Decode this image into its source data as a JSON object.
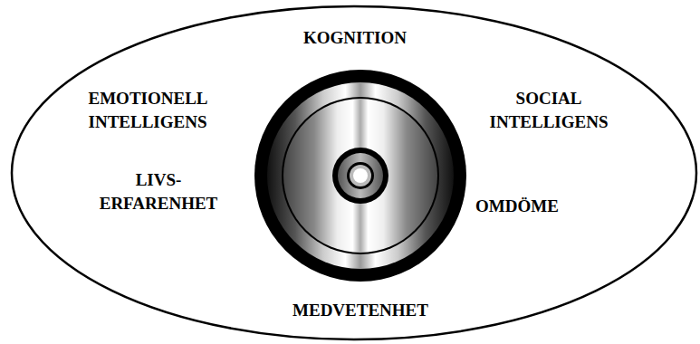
{
  "diagram": {
    "nodes": [
      {
        "text": [
          "KOGNITION",
          "EMOTIONELL INTELLIGENS",
          "SOCIAL INTELLIGENS",
          "LIVS- ERFARENHET",
          "OMDÖME",
          "MEDVETENHET"
        ]
      }
    ]
  }
}
